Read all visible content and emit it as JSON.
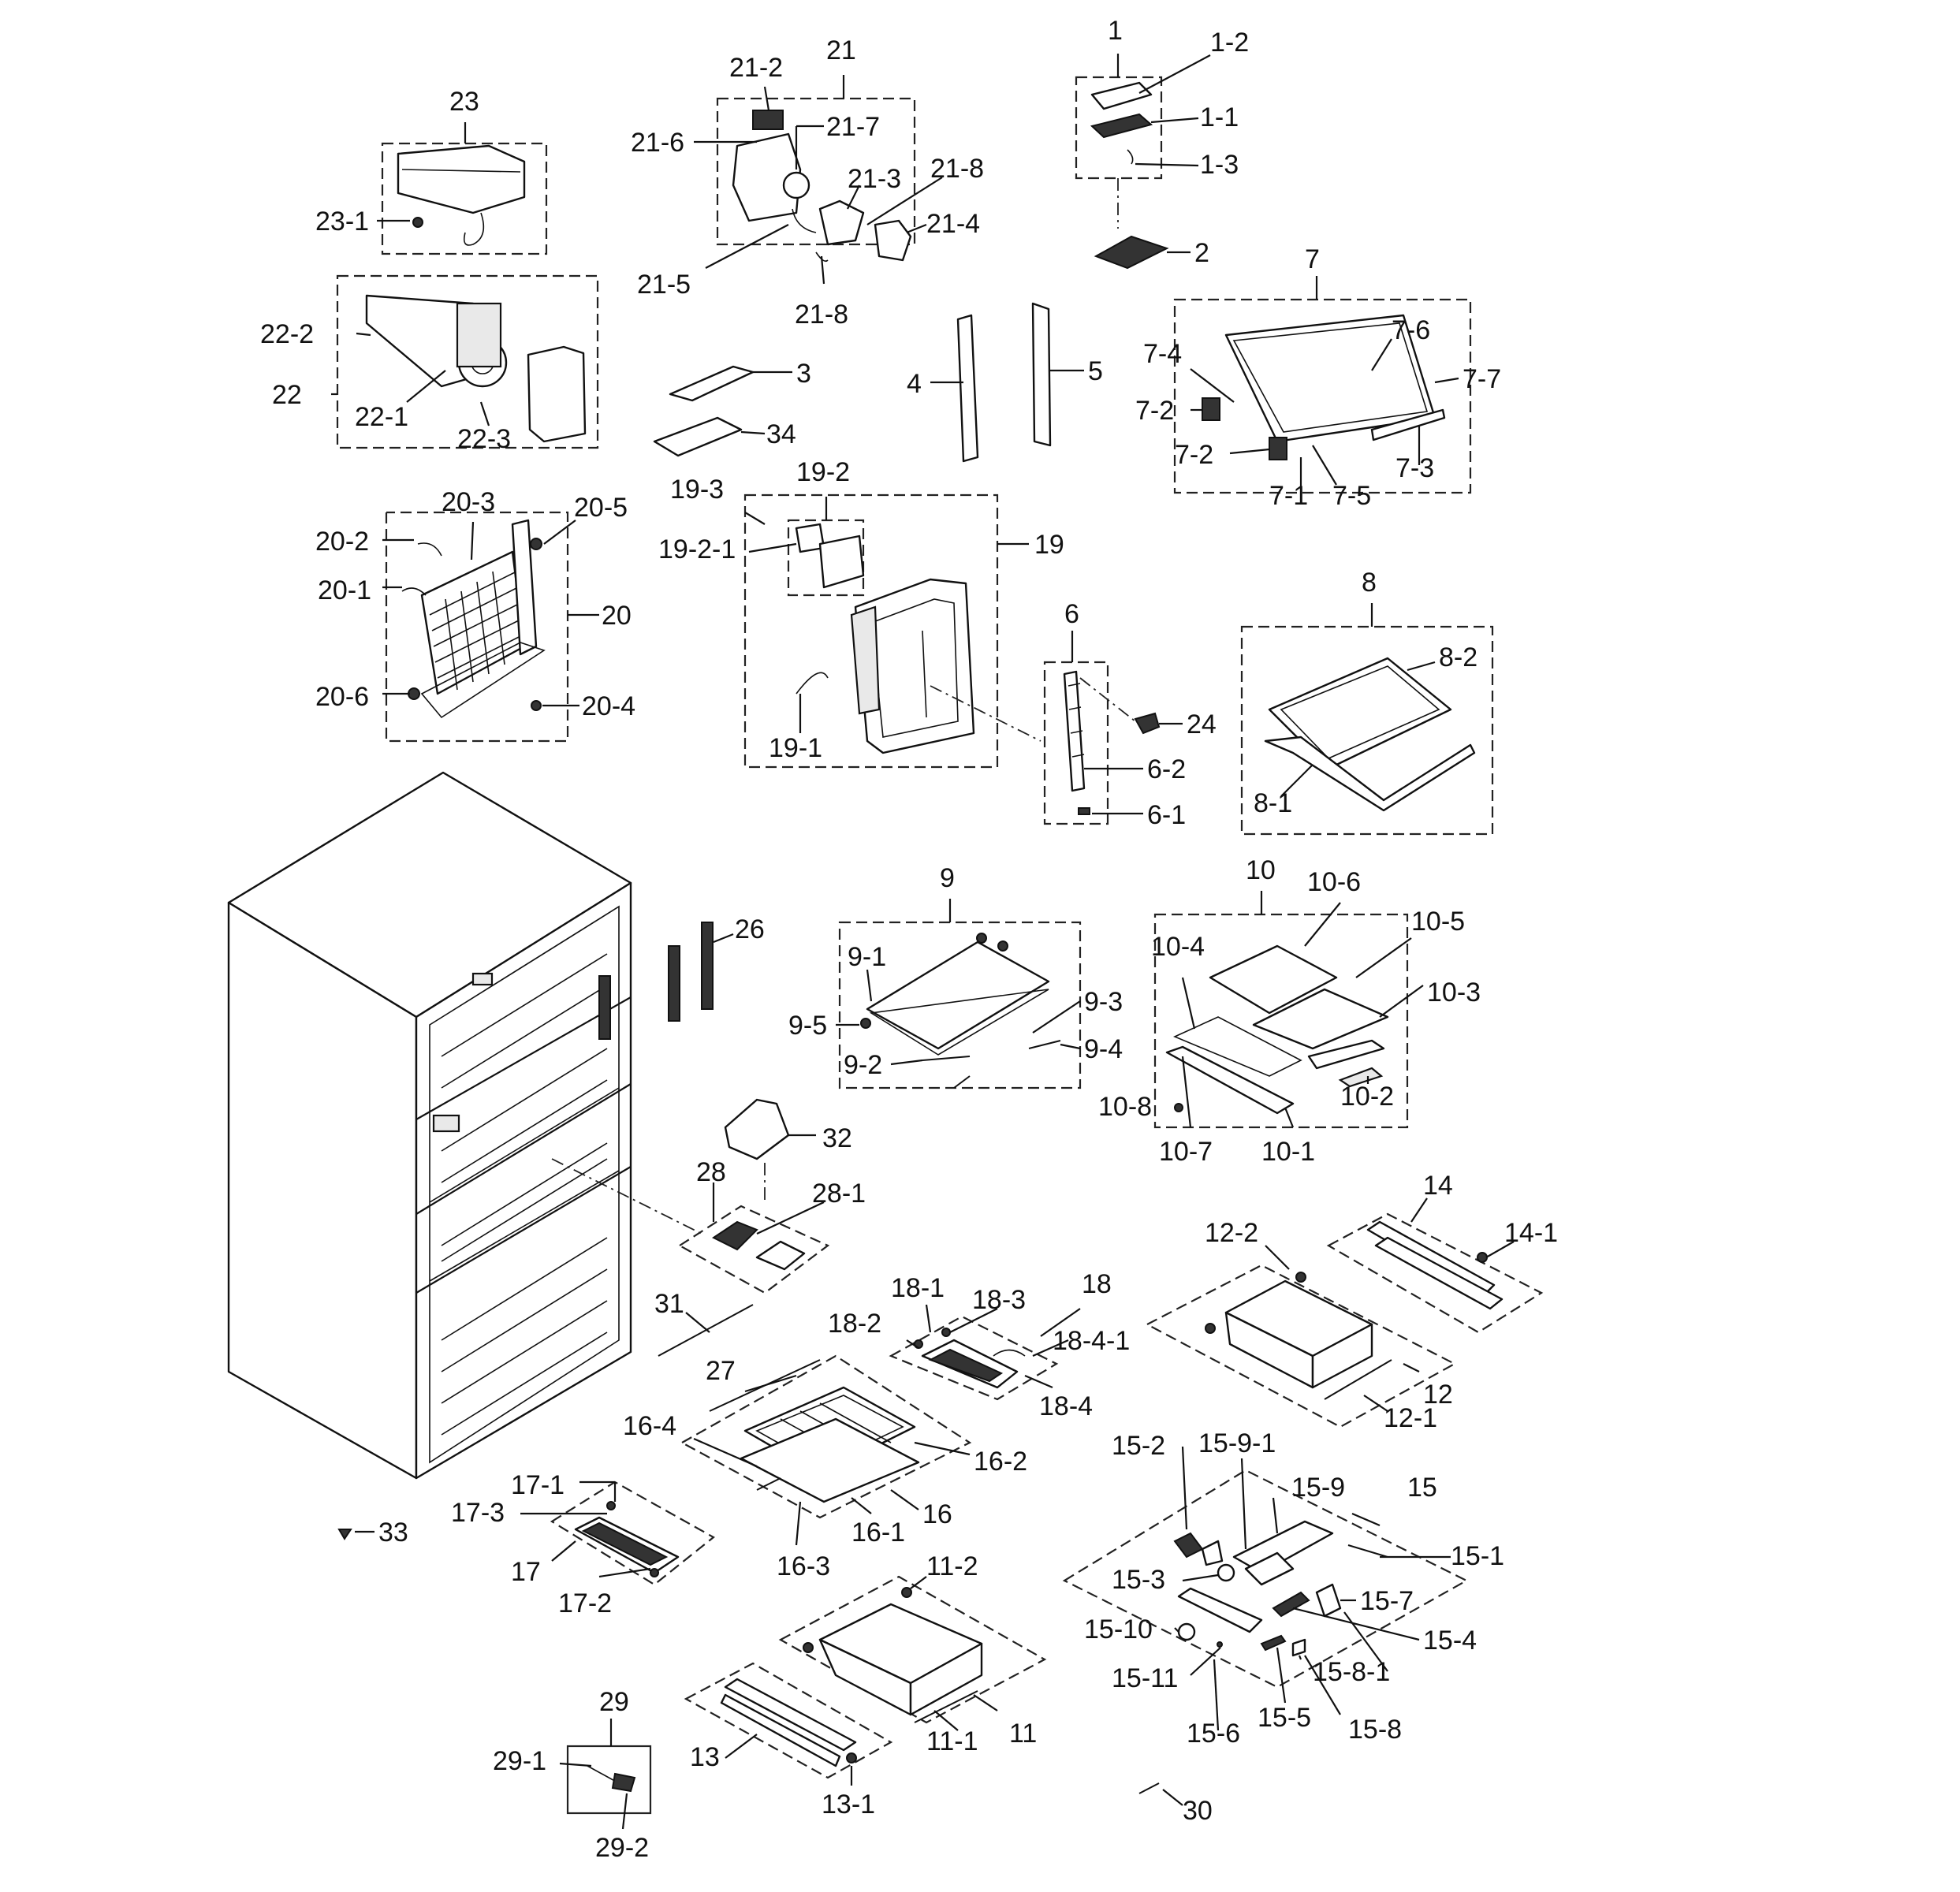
{
  "diagram": {
    "labels": {
      "l1": "1",
      "l1_1": "1-1",
      "l1_2": "1-2",
      "l1_3": "1-3",
      "l2": "2",
      "l3": "3",
      "l4": "4",
      "l5": "5",
      "l6": "6",
      "l6_1": "6-1",
      "l6_2": "6-2",
      "l7": "7",
      "l7_1": "7-1",
      "l7_2a": "7-2",
      "l7_2b": "7-2",
      "l7_3": "7-3",
      "l7_4": "7-4",
      "l7_5": "7-5",
      "l7_6": "7-6",
      "l7_7": "7-7",
      "l8": "8",
      "l8_1": "8-1",
      "l8_2": "8-2",
      "l9": "9",
      "l9_1": "9-1",
      "l9_2": "9-2",
      "l9_3": "9-3",
      "l9_4": "9-4",
      "l9_5": "9-5",
      "l10": "10",
      "l10_1": "10-1",
      "l10_2": "10-2",
      "l10_3": "10-3",
      "l10_4": "10-4",
      "l10_5": "10-5",
      "l10_6": "10-6",
      "l10_7": "10-7",
      "l10_8": "10-8",
      "l11": "11",
      "l11_1": "11-1",
      "l11_2": "11-2",
      "l12": "12",
      "l12_1": "12-1",
      "l12_2": "12-2",
      "l13": "13",
      "l13_1": "13-1",
      "l14": "14",
      "l14_1": "14-1",
      "l15": "15",
      "l15_1": "15-1",
      "l15_2": "15-2",
      "l15_3": "15-3",
      "l15_4": "15-4",
      "l15_5": "15-5",
      "l15_6": "15-6",
      "l15_7": "15-7",
      "l15_8": "15-8",
      "l15_8_1": "15-8-1",
      "l15_9": "15-9",
      "l15_9_1": "15-9-1",
      "l15_10": "15-10",
      "l15_11": "15-11",
      "l16": "16",
      "l16_1": "16-1",
      "l16_2": "16-2",
      "l16_3": "16-3",
      "l16_4": "16-4",
      "l17": "17",
      "l17_1": "17-1",
      "l17_2": "17-2",
      "l17_3": "17-3",
      "l18": "18",
      "l18_1": "18-1",
      "l18_2": "18-2",
      "l18_3": "18-3",
      "l18_4": "18-4",
      "l18_4_1": "18-4-1",
      "l19": "19",
      "l19_1": "19-1",
      "l19_2": "19-2",
      "l19_2_1": "19-2-1",
      "l19_3": "19-3",
      "l20": "20",
      "l20_1": "20-1",
      "l20_2": "20-2",
      "l20_3": "20-3",
      "l20_4": "20-4",
      "l20_5": "20-5",
      "l20_6": "20-6",
      "l21": "21",
      "l21_2": "21-2",
      "l21_3": "21-3",
      "l21_4": "21-4",
      "l21_5": "21-5",
      "l21_6": "21-6",
      "l21_7": "21-7",
      "l21_8a": "21-8",
      "l21_8b": "21-8",
      "l22": "22",
      "l22_1": "22-1",
      "l22_2": "22-2",
      "l22_3": "22-3",
      "l23": "23",
      "l23_1": "23-1",
      "l24": "24",
      "l26": "26",
      "l27": "27",
      "l28": "28",
      "l28_1": "28-1",
      "l29": "29",
      "l29_1": "29-1",
      "l29_2": "29-2",
      "l30": "30",
      "l31": "31",
      "l32": "32",
      "l33": "33",
      "l34": "34"
    }
  }
}
